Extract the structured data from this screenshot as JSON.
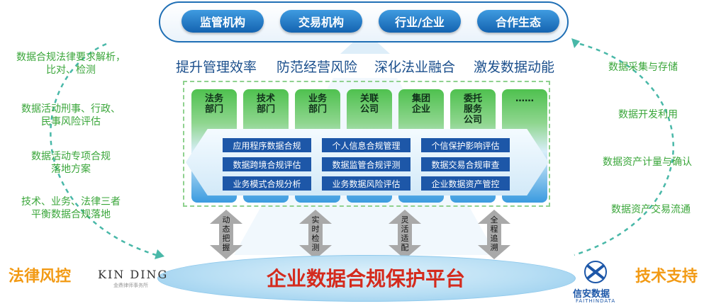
{
  "top": {
    "items": [
      "监管机构",
      "交易机构",
      "行业/企业",
      "合作生态"
    ]
  },
  "goals": [
    "提升管理效率",
    "防范经营风险",
    "深化法业融合",
    "激发数据动能"
  ],
  "departments": [
    "法务\n部门",
    "技术\n部门",
    "业务\n部门",
    "关联\n公司",
    "集团\n企业",
    "委托\n服务\n公司",
    "……"
  ],
  "services": [
    [
      "应用程序数据合规",
      "个人信息合规管理",
      "个信保护影响评估"
    ],
    [
      "数据跨境合规评估",
      "数据监管合规评测",
      "数据交易合规审查"
    ],
    [
      "业务模式合规分析",
      "业务数据风险评估",
      "企业数据资产管控"
    ]
  ],
  "left_items": [
    "数据合规法律要求解析，\n比对、检测",
    "数据活动刑事、行政、\n民事风险评估",
    "数据活动专项合规\n落地方案",
    "技术、业务、法律三者\n平衡数据合规落地"
  ],
  "right_items": [
    "数据采集与存储",
    "数据开发利用",
    "数据资产计量与确认",
    "数据资产交易流通"
  ],
  "arrows": [
    "动\n态\n把\n握",
    "实\n时\n检\n测",
    "灵\n活\n适\n配",
    "全\n程\n追\n溯"
  ],
  "platform": {
    "title": "企业数据合规保护平台"
  },
  "left_corner": {
    "title": "法律风控",
    "logo": "KIN DING",
    "logo_sub": "金鼎律师事务所"
  },
  "right_corner": {
    "title": "技术支持",
    "logo": "信安数据",
    "logo_sub": "FAITHINDATA"
  },
  "colors": {
    "blue": "#1d57a8",
    "green": "#3aa63a",
    "red": "#d42b1e",
    "orange": "#f29a14"
  }
}
